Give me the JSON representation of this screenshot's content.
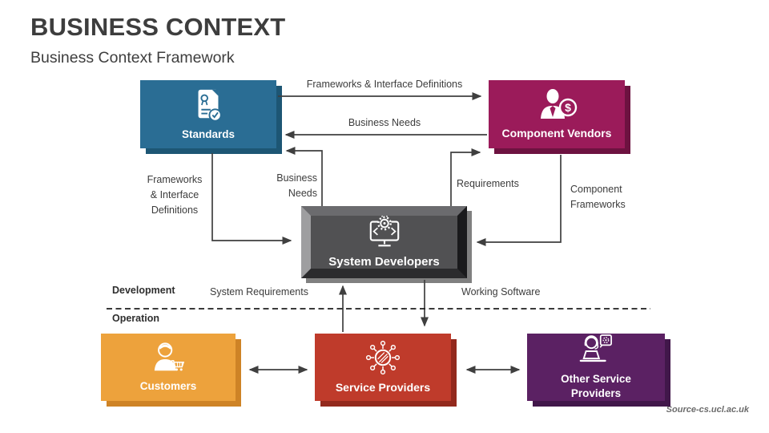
{
  "slide": {
    "title": "BUSINESS CONTEXT",
    "subtitle": "Business Context Framework",
    "source": "Source-cs.ucl.ac.uk"
  },
  "zones": {
    "development": "Development",
    "operation": "Operation"
  },
  "flow_labels": {
    "frameworks_top": "Frameworks & Interface Definitions",
    "business_needs_top": "Business Needs",
    "frameworks_left": "Frameworks\n& Interface\nDefinitions",
    "business_needs_left": "Business\nNeeds",
    "requirements": "Requirements",
    "component_frameworks": "Component\nFrameworks",
    "system_requirements": "System Requirements",
    "working_software": "Working Software"
  },
  "boxes": {
    "standards": {
      "label": "Standards",
      "color": "#2A6D94",
      "shadow_color": "#1D5674",
      "icon": "certificate-document-icon"
    },
    "component_vendors": {
      "label": "Component Vendors",
      "color": "#9B1B5A",
      "shadow_color": "#6D1240",
      "icon": "vendor-person-dollar-icon"
    },
    "system_developers": {
      "label": "System Developers",
      "color": "#515153",
      "shadow_color": "#808080",
      "icon": "monitor-gear-icon"
    },
    "customers": {
      "label": "Customers",
      "color": "#EDA23C",
      "shadow_color": "#CE8326",
      "icon": "person-shopping-cart-icon"
    },
    "service_providers": {
      "label": "Service Providers",
      "color": "#BF3B2B",
      "shadow_color": "#93291D",
      "icon": "network-hub-icon"
    },
    "other_service_providers": {
      "label": "Other Service\nProviders",
      "color": "#5B2163",
      "shadow_color": "#41174A",
      "icon": "support-agent-laptop-icon"
    }
  },
  "style": {
    "connector_color": "#3F3F3F",
    "divider_color": "#1F1F1F",
    "title_color": "#3D3D3D"
  }
}
